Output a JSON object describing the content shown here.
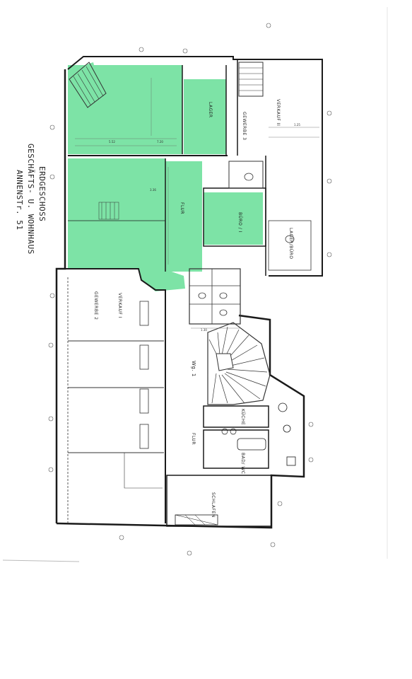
{
  "title": {
    "line1": "ERDGESCHOSS",
    "line2": "GESCHÄFTS- U. WOHNHAUS",
    "line3": "ANNENSTr. 51"
  },
  "rooms": {
    "verkauf_ii": "VERKAUF II",
    "gewerbe_3": "GEWERBE 3",
    "lager": "LAGER",
    "flur_main": "FLUR",
    "buero": "BÜRO / I",
    "lager_buero": "LAGER/BÜRO",
    "verkauf_i": "VERKAUF I",
    "gewerbe_2": "GEWERBE 2",
    "wg": "Wg. 1",
    "kueche": "KÜCHE",
    "flur_wg": "FLUR",
    "bad_wc": "BAD/ WC",
    "schlafen": "SCHLAFEN"
  },
  "dims": {
    "d1": "1.30",
    "d2": "7.20",
    "d3": "1.25",
    "d4": "5.52",
    "d5": "3.36"
  },
  "colors": {
    "highlight": "#7de3a6",
    "walls": "#1a1a1a",
    "lines": "#444444"
  }
}
